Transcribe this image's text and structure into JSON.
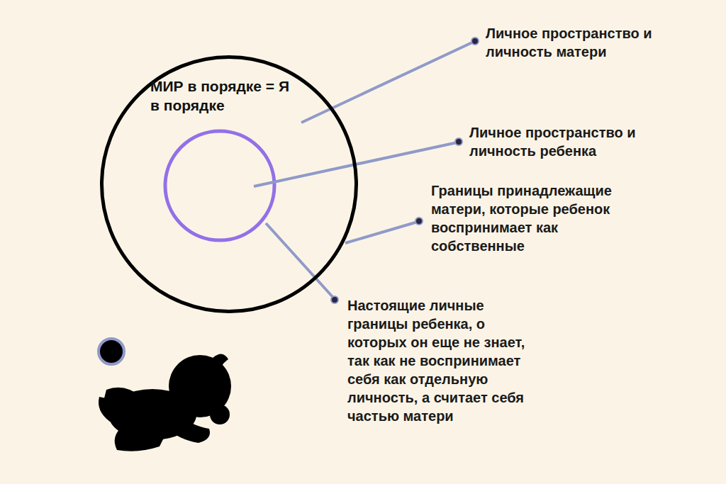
{
  "diagram": {
    "nodes": [
      {
        "text": [
          "МИР в порядке = Я в порядке"
        ]
      }
    ],
    "labels": [
      "Личное пространство и личность матери",
      "Личное пространство и личность ребенка",
      "Границы принадлежащие матери, которые ребенок воспринимает как собственные",
      "Настоящие личные границы ребенка, о которых он еще не знает, так как не воспринимает себя как отдельную личность, а считает себя частью матери"
    ]
  }
}
